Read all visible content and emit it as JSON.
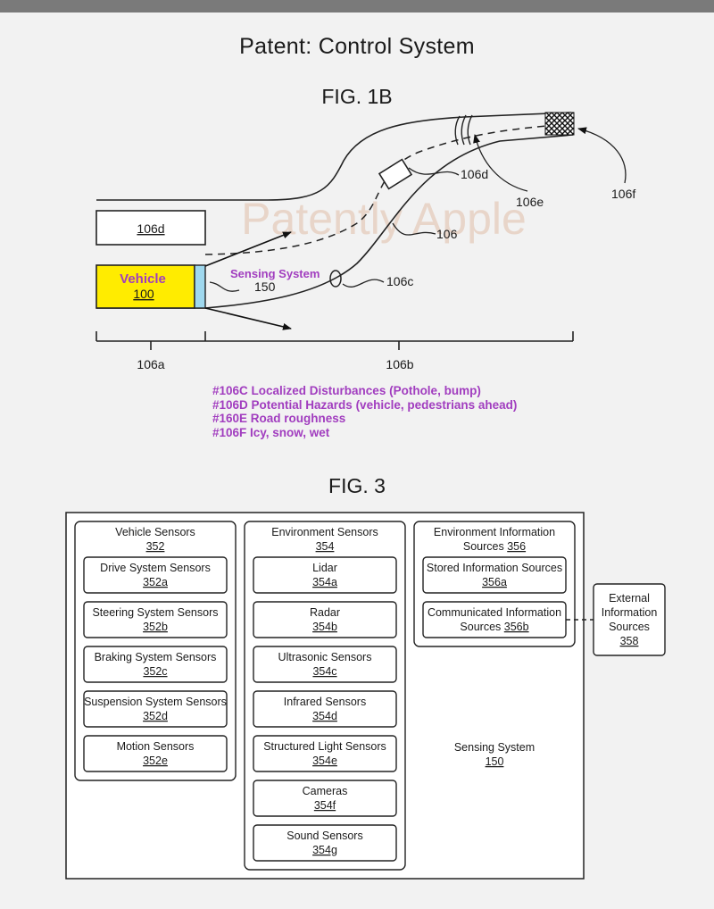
{
  "title": "Patent: Control System",
  "fig1b": {
    "label": "FIG. 1B",
    "watermark": "Patently Apple",
    "box_106d": "106d",
    "vehicle_label": "Vehicle",
    "vehicle_num": "100",
    "sensing_label": "Sensing System",
    "sensing_num": "150",
    "ref_106c": "106c",
    "ref_106": "106",
    "ref_106d": "106d",
    "ref_106e": "106e",
    "ref_106f": "106f",
    "ref_106a": "106a",
    "ref_106b": "106b",
    "notes": [
      "#106C Localized Disturbances (Pothole, bump)",
      "#106D Potential Hazards (vehicle, pedestrians ahead)",
      "#160E Road roughness",
      "#106F Icy, snow, wet"
    ]
  },
  "fig3": {
    "label": "FIG. 3",
    "vehicle_sensors": {
      "title": "Vehicle Sensors",
      "num": "352",
      "items": [
        {
          "label": "Drive System Sensors",
          "num": "352a"
        },
        {
          "label": "Steering System Sensors",
          "num": "352b"
        },
        {
          "label": "Braking System Sensors",
          "num": "352c"
        },
        {
          "label": "Suspension System Sensors",
          "num": "352d"
        },
        {
          "label": "Motion Sensors",
          "num": "352e"
        }
      ]
    },
    "environment_sensors": {
      "title": "Environment Sensors",
      "num": "354",
      "items": [
        {
          "label": "Lidar",
          "num": "354a"
        },
        {
          "label": "Radar",
          "num": "354b"
        },
        {
          "label": "Ultrasonic Sensors",
          "num": "354c"
        },
        {
          "label": "Infrared Sensors",
          "num": "354d"
        },
        {
          "label": "Structured Light Sensors",
          "num": "354e"
        },
        {
          "label": "Cameras",
          "num": "354f"
        },
        {
          "label": "Sound Sensors",
          "num": "354g"
        }
      ]
    },
    "info_sources": {
      "title_line1": "Environment Information",
      "title_line2": "Sources",
      "num": "356",
      "items": [
        {
          "label": "Stored Information Sources",
          "num": "356a"
        },
        {
          "label_line1": "Communicated Information",
          "label_line2": "Sources",
          "num": "356b"
        }
      ]
    },
    "external": {
      "line1": "External",
      "line2": "Information",
      "line3": "Sources",
      "num": "358"
    },
    "sensing_system": {
      "label": "Sensing System",
      "num": "150"
    }
  }
}
